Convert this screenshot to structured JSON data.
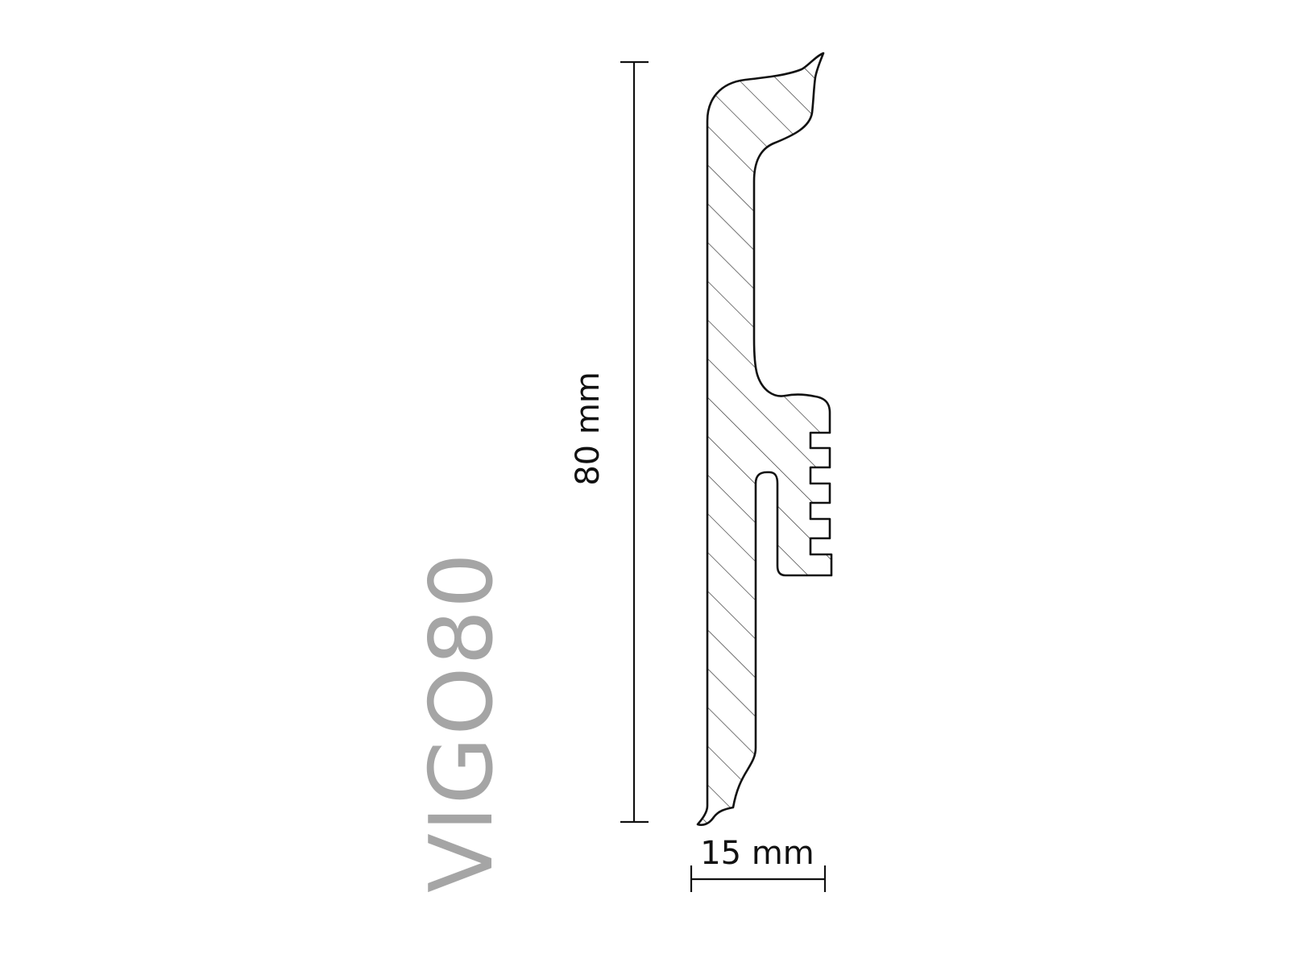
{
  "diagram": {
    "model_name": "VIGO80",
    "height_label": "80 mm",
    "width_label": "15 mm"
  },
  "colors": {
    "line": "#111111",
    "hatch": "#2a2a2a",
    "model_text": "#a5a5a5",
    "background": "#ffffff"
  }
}
